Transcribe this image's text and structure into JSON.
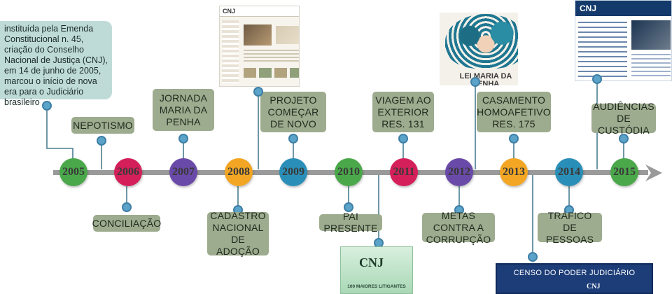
{
  "colors": {
    "axis": "#9a9a9a",
    "connector": "#4a7d8f",
    "node": "#5ba3c9",
    "label_bg": "#9dab8e",
    "intro_bg": "#bfdbd8"
  },
  "intro": {
    "text": "instituída pela Emenda Constitucional n. 45, criação do Conselho Nacional de Justiça (CNJ), em 14 de junho de 2005, marcou o início de nova era para o Judiciário brasileiro"
  },
  "years": [
    {
      "label": "2005",
      "color": "#4aa84a"
    },
    {
      "label": "2006",
      "color": "#d41f5a"
    },
    {
      "label": "2007",
      "color": "#6a4aa8"
    },
    {
      "label": "2008",
      "color": "#f2a623"
    },
    {
      "label": "2009",
      "color": "#2a8fb8"
    },
    {
      "label": "2010",
      "color": "#4aa84a"
    },
    {
      "label": "2011",
      "color": "#d41f5a"
    },
    {
      "label": "2012",
      "color": "#6a4aa8"
    },
    {
      "label": "2013",
      "color": "#f2a623"
    },
    {
      "label": "2014",
      "color": "#2a8fb8"
    },
    {
      "label": "2015",
      "color": "#4aa84a"
    }
  ],
  "events_top": [
    {
      "id": "nepotismo",
      "text": "NEPOTISMO"
    },
    {
      "id": "jornada",
      "text": "JORNADA MARIA DA PENHA"
    },
    {
      "id": "projeto",
      "text": "PROJETO COMEÇAR DE NOVO"
    },
    {
      "id": "viagem",
      "text": "VIAGEM AO EXTERIOR RES. 131"
    },
    {
      "id": "casamento",
      "text": "CASAMENTO HOMOAFETIVO RES. 175"
    },
    {
      "id": "audiencias",
      "text": "AUDIÊNCIAS DE CUSTÓDIA"
    }
  ],
  "events_bottom": [
    {
      "id": "conciliacao",
      "text": "CONCILIAÇÃO"
    },
    {
      "id": "cadastro",
      "text": "CADASTRO NACIONAL DE ADOÇÃO"
    },
    {
      "id": "pai",
      "text": "PAI PRESENTE"
    },
    {
      "id": "metas",
      "text": "METAS CONTRA A CORRUPÇÃO"
    },
    {
      "id": "trafico",
      "text": "TRÁFICO DE PESSOAS"
    }
  ],
  "thumbnails": {
    "cnj_site_2008": {
      "logo": "CNJ"
    },
    "lei_maria_da_penha": {
      "caption": "LEI MARIA DA PENHA"
    },
    "cnj_site_2015": {
      "logo": "CNJ"
    },
    "maiores_litigantes": {
      "logo": "CNJ",
      "caption": "100 MAIORES LITIGANTES"
    },
    "censo": {
      "title": "CENSO DO PODER JUDICIÁRIO",
      "logo": "CNJ"
    }
  }
}
